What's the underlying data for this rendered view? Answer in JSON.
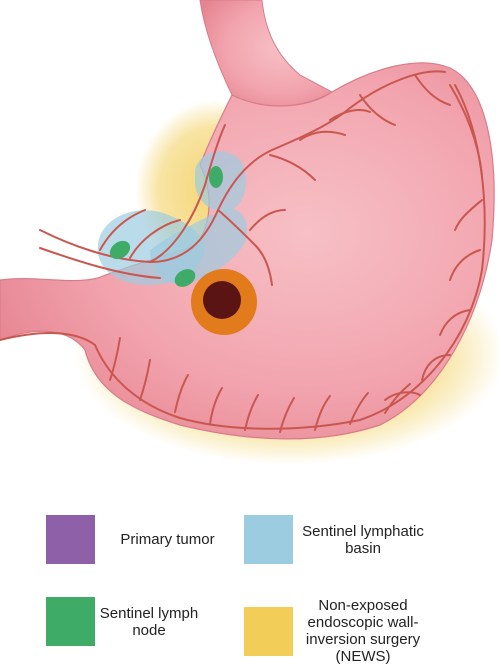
{
  "legend": {
    "items": [
      {
        "key": "primary_tumor",
        "label": "Primary tumor",
        "color": "#8E60A8"
      },
      {
        "key": "sentinel_lymphatic_basin",
        "label": "Sentinel lymphatic basin",
        "color": "#9CCCE0"
      },
      {
        "key": "sentinel_lymph_node",
        "label": "Sentinel lymph node",
        "color": "#3EAB66"
      },
      {
        "key": "news",
        "label": "Non-exposed endoscopic wall-inversion surgery (NEWS)",
        "color": "#F2CE58"
      }
    ]
  },
  "colors": {
    "stomach": "#F2A4AE",
    "vessel": "#C9574F",
    "tumor_outer": "#E27B1C",
    "tumor_inner": "#5A1414"
  }
}
